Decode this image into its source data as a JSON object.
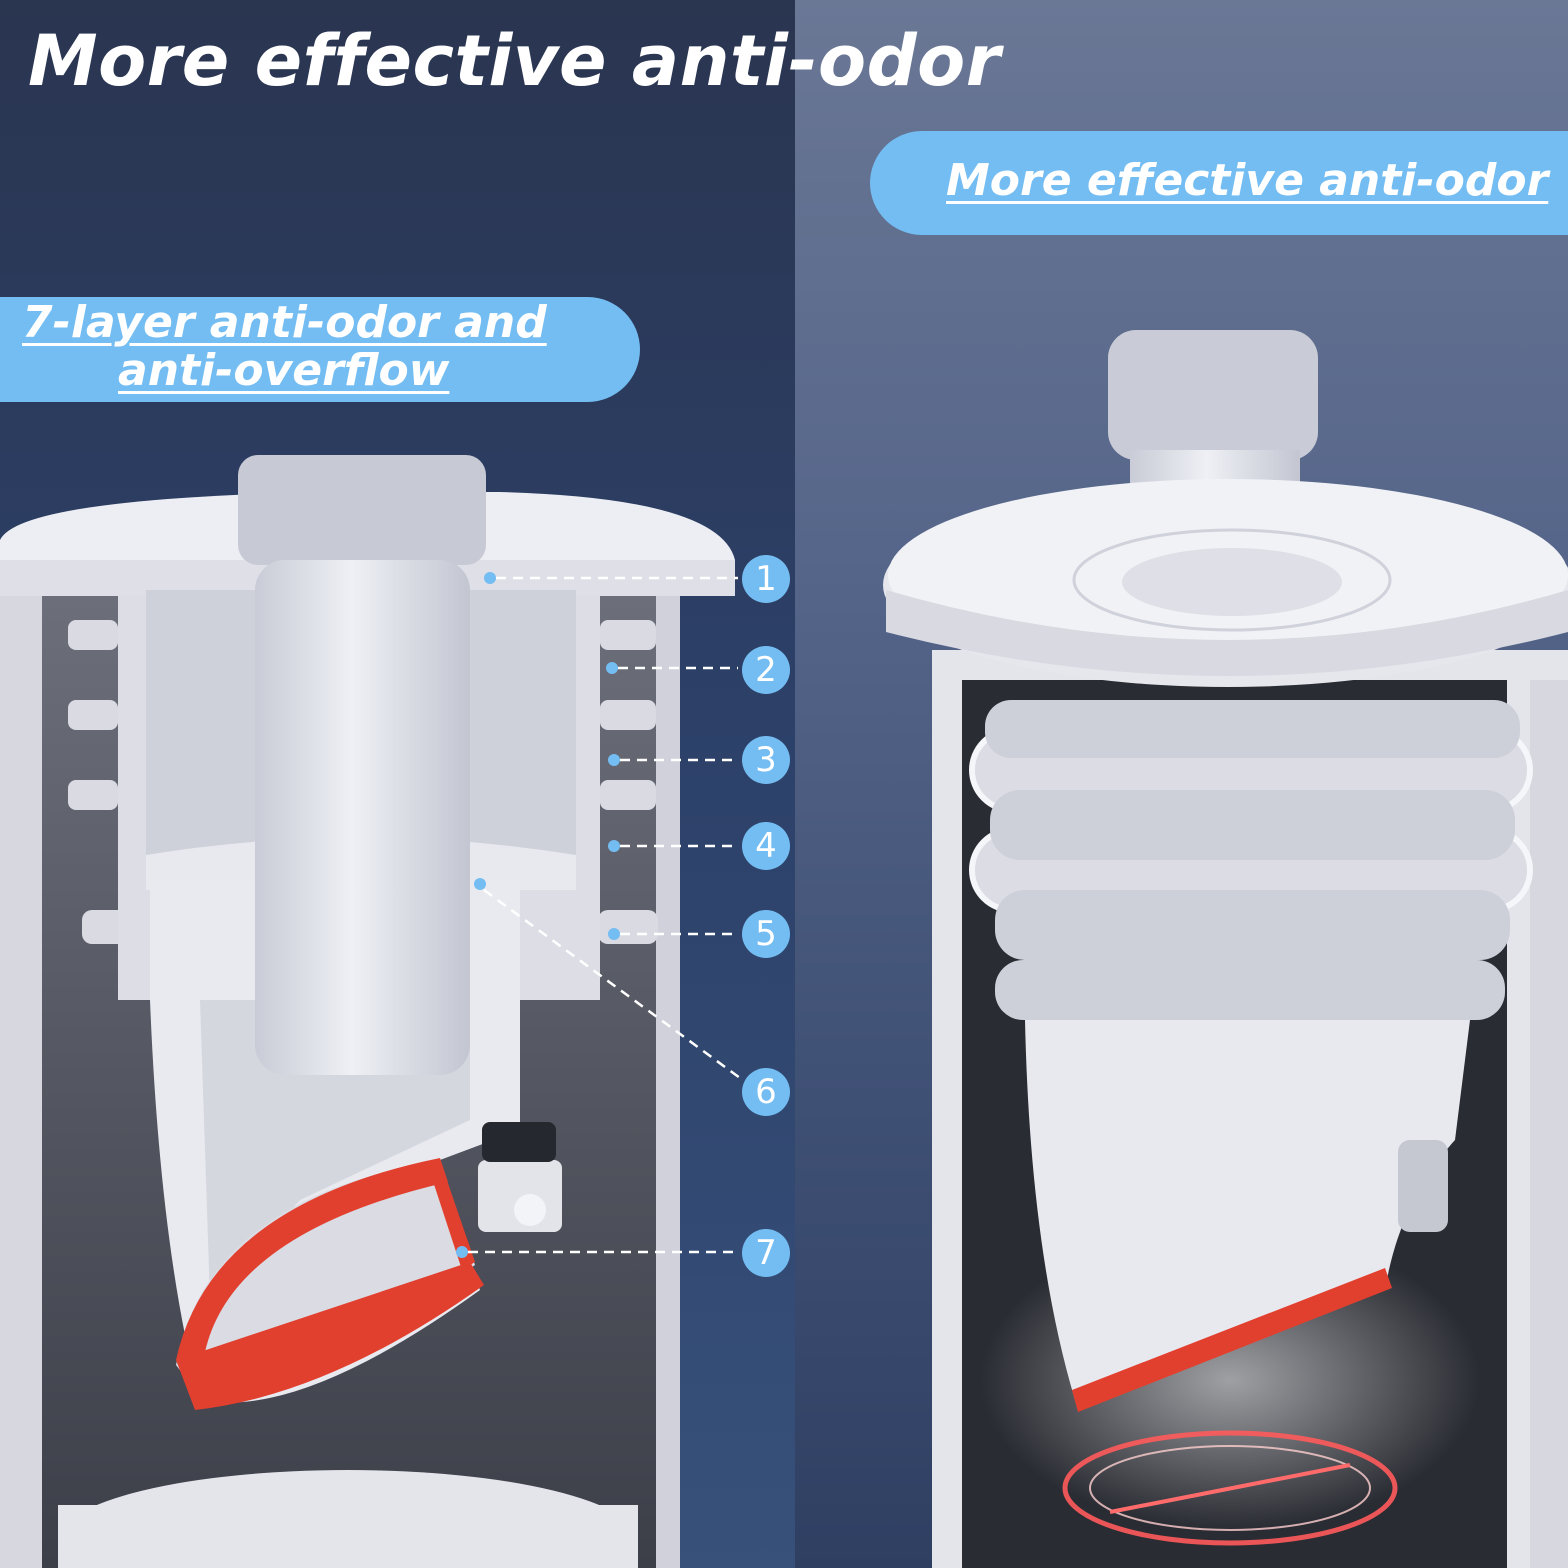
{
  "headline": "More effective anti-odor",
  "left_badge": {
    "line1": "7-layer anti-odor and",
    "line2": "anti-overflow"
  },
  "right_badge": "More effective anti-odor",
  "callouts": [
    "1",
    "2",
    "3",
    "4",
    "5",
    "6",
    "7"
  ],
  "colors": {
    "badge": "#74bdf2",
    "seal_red": "#e2402f",
    "panel_left": "#2c4068",
    "panel_right": "#56668a",
    "plastic": "#e6e7ee"
  }
}
